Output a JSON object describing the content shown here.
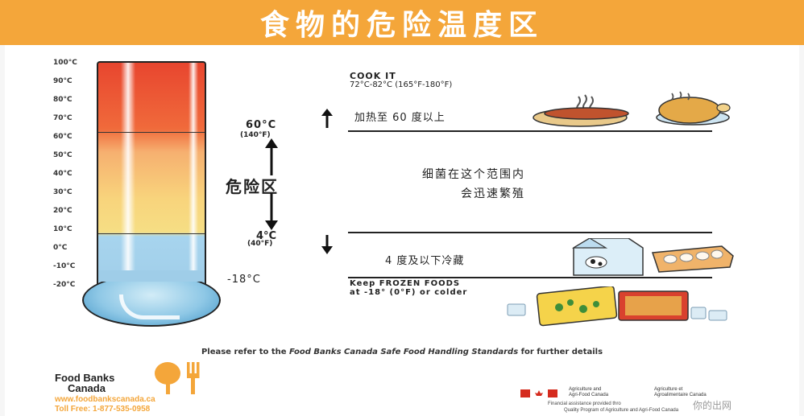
{
  "title": "食物的危险温度区",
  "scale": [
    "100°C",
    "90°C",
    "80°C",
    "70°C",
    "60°C",
    "50°C",
    "40°C",
    "30°C",
    "20°C",
    "10°C",
    "0°C",
    "-10°C",
    "-20°C"
  ],
  "markers": {
    "upper_c": "60°C",
    "upper_f": "(140°F)",
    "danger_label": "危险区",
    "lower_c": "4°C",
    "lower_f": "(40°F)",
    "freeze": "-18°C"
  },
  "zones": {
    "cook_title": "COOK IT",
    "cook_range": "72°C-82°C (165°F-180°F)",
    "heat_note": "加热至 60 度以上",
    "bacteria_line1": "细菌在这个范围内",
    "bacteria_line2": "会迅速繁殖",
    "fridge_note": "4 度及以下冷藏",
    "frozen_line1": "Keep FROZEN FOODS",
    "frozen_line2": "at -18° (0°F) or colder"
  },
  "footer": {
    "note_prefix": "Please refer to the ",
    "note_italic": "Food Banks Canada Safe Food Handling Standards",
    "note_suffix": " for further details",
    "org_line1": "Food Banks",
    "org_line2": "Canada",
    "website": "www.foodbankscanada.ca",
    "toll_free": "Toll Free: 1-877-535-0958",
    "agri_en_1": "Agriculture and",
    "agri_en_2": "Agri-Food Canada",
    "agri_fr_1": "Agriculture et",
    "agri_fr_2": "Agroalimentaire Canada",
    "funding_1": "Financial assistance provided thro",
    "funding_2": "Quality Program of Agriculture and Agri-Food Canada",
    "watermark": "你的出网"
  },
  "colors": {
    "banner": "#f4a63a",
    "hot": "#e8462f",
    "warm": "#f8d47c",
    "cold": "#9fcde8",
    "logo_orange": "#f4a63a"
  },
  "icons": [
    "up-arrow-icon",
    "down-arrow-icon",
    "hotdog-chicken-icon",
    "milk-eggs-icon",
    "frozen-food-icon",
    "fork-spoon-logo-icon",
    "canada-flag-icon"
  ]
}
